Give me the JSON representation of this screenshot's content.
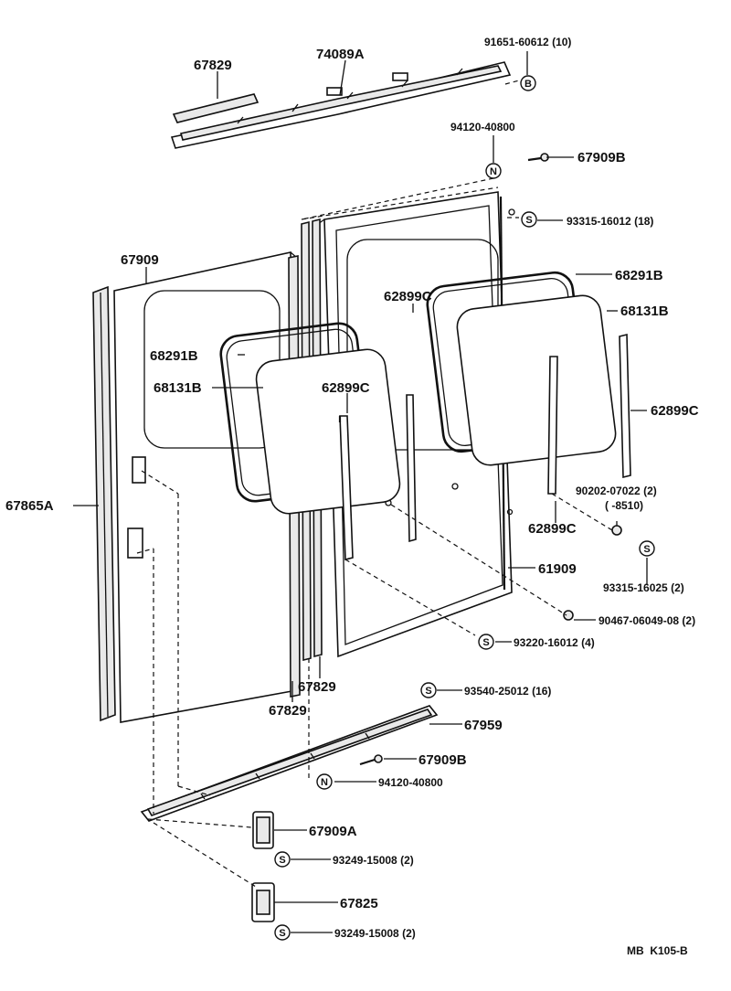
{
  "diagram_code": "MB  K105-B",
  "labels": {
    "p67829_top": "67829",
    "p74089A": "74089A",
    "p91651": "91651-60612 (10)",
    "p94120_top": "94120-40800",
    "p67909B_top": "67909B",
    "p93315_18": "93315-16012 (18)",
    "p67909": "67909",
    "p68291B_right": "68291B",
    "p62899C_mid": "62899C",
    "p68131B_right": "68131B",
    "p68291B_left": "68291B",
    "p68131B_left": "68131B",
    "p62899C_center": "62899C",
    "p62899C_right": "62899C",
    "p90202": "90202-07022 (2)",
    "p8510": "(        -8510)",
    "p67865A": "67865A",
    "p62899C_low": "62899C",
    "p93315_2": "93315-16025 (2)",
    "p61909": "61909",
    "p90467": "90467-06049-08 (2)",
    "p93220": "93220-16012 (4)",
    "p67829_mid": "67829",
    "p67829_low": "67829",
    "p93540": "93540-25012 (16)",
    "p67959": "67959",
    "p67909B_low": "67909B",
    "p94120_low": "94120-40800",
    "p67909A": "67909A",
    "p93249_a": "93249-15008 (2)",
    "p67825": "67825",
    "p93249_b": "93249-15008 (2)"
  },
  "symbols": {
    "B": "B",
    "N": "N",
    "S": "S"
  }
}
